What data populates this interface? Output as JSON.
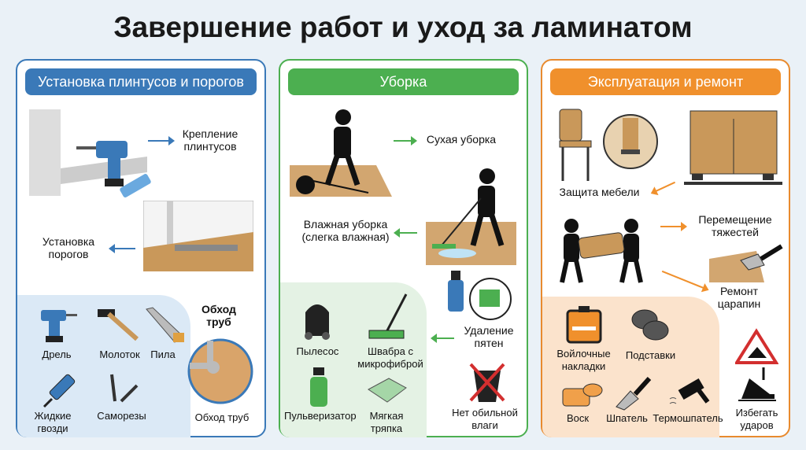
{
  "title": "Завершение работ и уход за ламинатом",
  "colors": {
    "blue": "#3a79b8",
    "green": "#4caf50",
    "orange": "#f0902c"
  },
  "panels": [
    {
      "header": "Установка плинтусов и порогов",
      "labels": {
        "fastening": "Крепление плинтусов",
        "thresholds": "Установка порогов",
        "pipes_arrow": "Обход труб",
        "pipes": "Обход труб"
      },
      "tools": [
        "Дрель",
        "Молоток",
        "Пила",
        "Жидкие гвозди",
        "Саморезы"
      ],
      "icons": [
        "drill-icon",
        "hammer-icon",
        "saw-icon",
        "caulk-gun-icon",
        "screws-icon"
      ]
    },
    {
      "header": "Уборка",
      "labels": {
        "dry": "Сухая уборка",
        "wet": "Влажная уборка (слегка влажная)",
        "stains": "Удаление пятен",
        "no_water": "Нет обильной влаги"
      },
      "tools": [
        "Пылесос",
        "Швабра с микрофиброй",
        "Пульверизатор",
        "Мягкая тряпка"
      ],
      "icons": [
        "vacuum-icon",
        "mop-icon",
        "spray-bottle-icon",
        "cloth-icon"
      ]
    },
    {
      "header": "Эксплуатация и ремонт",
      "labels": {
        "furniture": "Защита мебели",
        "moving": "Перемещение тяжестей",
        "scratches": "Ремонт царапин",
        "heels": "Избегать ударов"
      },
      "tools": [
        "Войлочные накладки",
        "Подставки",
        "Воск",
        "Шпатель",
        "Термошпатель"
      ],
      "icons": [
        "felt-pads-icon",
        "coasters-icon",
        "wax-icon",
        "putty-knife-icon",
        "heat-gun-icon"
      ]
    }
  ]
}
